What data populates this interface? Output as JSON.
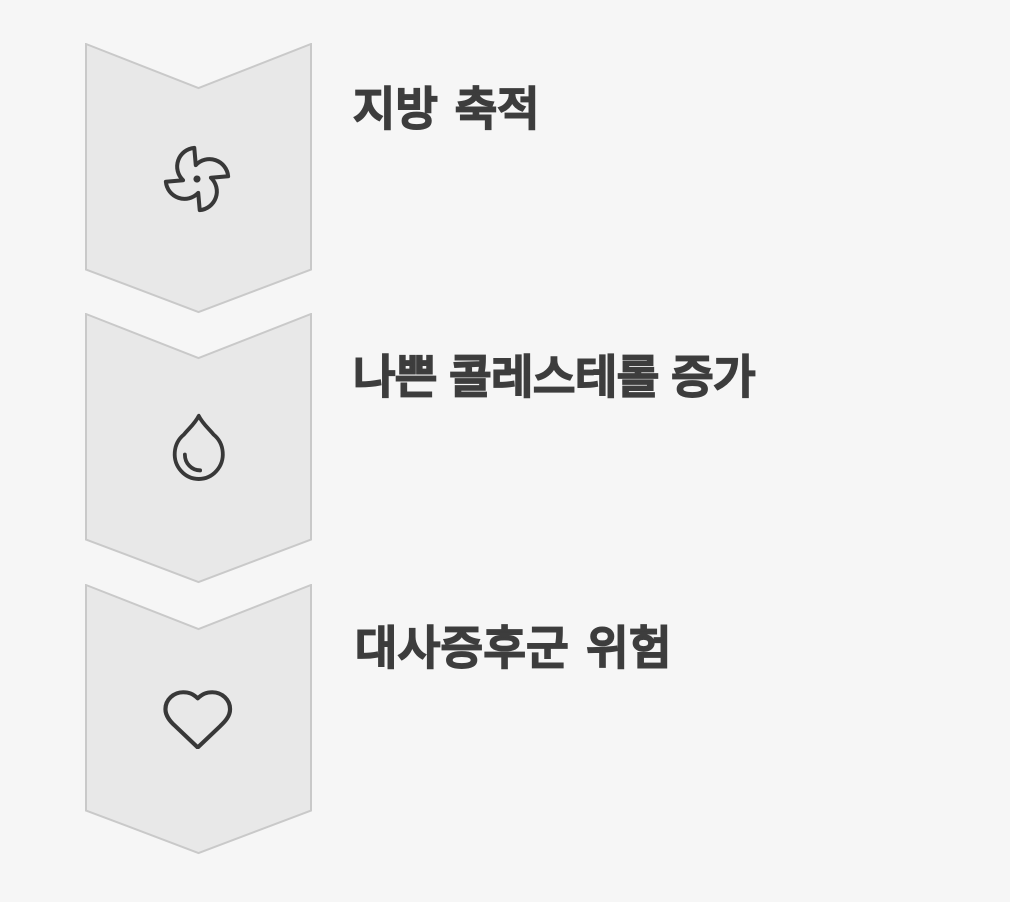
{
  "background_color": "#f6f6f6",
  "banner_fill": "#e8e8e8",
  "banner_border": "#c9c9c9",
  "ink_color": "#383838",
  "text_color": "#3d3d3d",
  "steps": [
    {
      "label": "지방 축적",
      "icon": "fan-icon"
    },
    {
      "label": "나쁜 콜레스테롤 증가",
      "icon": "droplet-icon"
    },
    {
      "label": "대사증후군 위험",
      "icon": "heart-icon"
    }
  ]
}
